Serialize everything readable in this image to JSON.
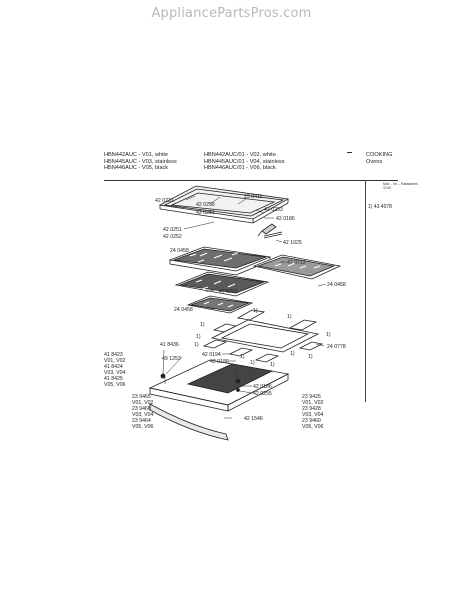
{
  "site": {
    "watermark": "AppliancePartsPros.com"
  },
  "header": {
    "models_left": [
      "HBN442AUC - V01, white",
      "HBN445AUC - V03, stainless",
      "HBN446AUC - V05, black"
    ],
    "models_right": [
      "HBN442AUC/01 - V02, white",
      "HBN445AUC/01 - V04, stainless",
      "HBN446AUC/01 - V06, black"
    ],
    "category": [
      "COOKING",
      "Ovens"
    ]
  },
  "side": {
    "header_lines": [
      "Mat. - Nr. - Katalantes",
      "3740"
    ],
    "note": "1) 43 4078"
  },
  "labels": [
    "42 0231",
    "23 8411",
    "42 0256",
    "42 0253",
    "42 0251",
    "42 0186",
    "42 0251",
    "42 0252",
    "42 1025",
    "24 0458",
    "47 0712",
    "47 0712",
    "24 0458",
    "24 0458",
    "1)",
    "1)",
    "1)",
    "1)",
    "1)",
    "1)",
    "1)",
    "1)",
    "24 0778",
    "41 8436",
    "49 1253",
    "41 8423",
    "V01, V02",
    "41 8424",
    "V03, V04",
    "41 8425",
    "V05, V06",
    "42 0194",
    "42 0186",
    "1)",
    "1)",
    "1)",
    "42 0186",
    "42 0255",
    "23 9465",
    "V01, V02",
    "23 9466",
    "V03, V04",
    "23 9464",
    "V05, V06",
    "42 1546",
    "23 9426",
    "V01, V02",
    "23 9428",
    "V03, V04",
    "23 9460",
    "V05, V06"
  ]
}
